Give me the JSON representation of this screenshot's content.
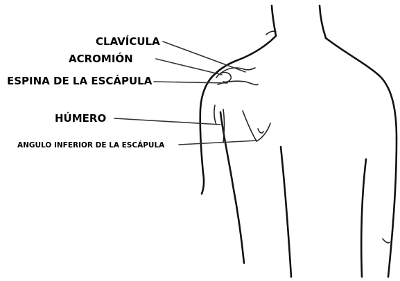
{
  "labels": {
    "clavicle": "CLAVÍCULA",
    "acromion": "ACROMIÓN",
    "scapular_spine": "ESPINA DE LA ESCÁPULA",
    "humerus": "HÚMERO",
    "inferior_angle": "ANGULO INFERIOR DE LA ESCÁPULA"
  }
}
